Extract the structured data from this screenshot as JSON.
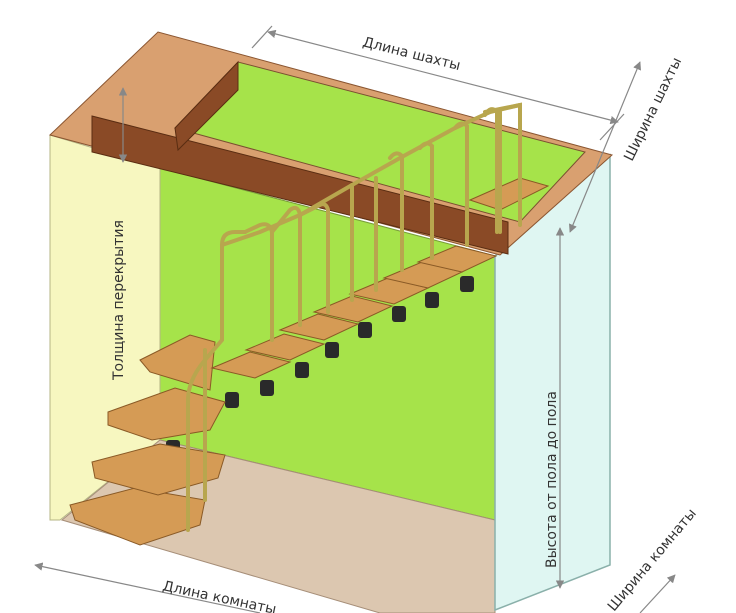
{
  "labels": {
    "shaft_length": "Длина  шахты",
    "shaft_width": "Ширина шахты",
    "slab_thickness": "Толщина перекрытия",
    "floor_height": "Высота от пола до пола",
    "room_length": "Длина комнаты",
    "room_width": "Ширина комнаты"
  },
  "colors": {
    "back_wall": "#a6e34a",
    "left_wall": "#f7f7c0",
    "right_wall": "#dff6f2",
    "floor": "#dcc7b0",
    "slab_wood": "#8a4a26",
    "slab_top": "#d9a070",
    "tread": "#d59b55",
    "rail": "#b8a64e",
    "support": "#2a2a2a",
    "dimension": "#888888"
  }
}
